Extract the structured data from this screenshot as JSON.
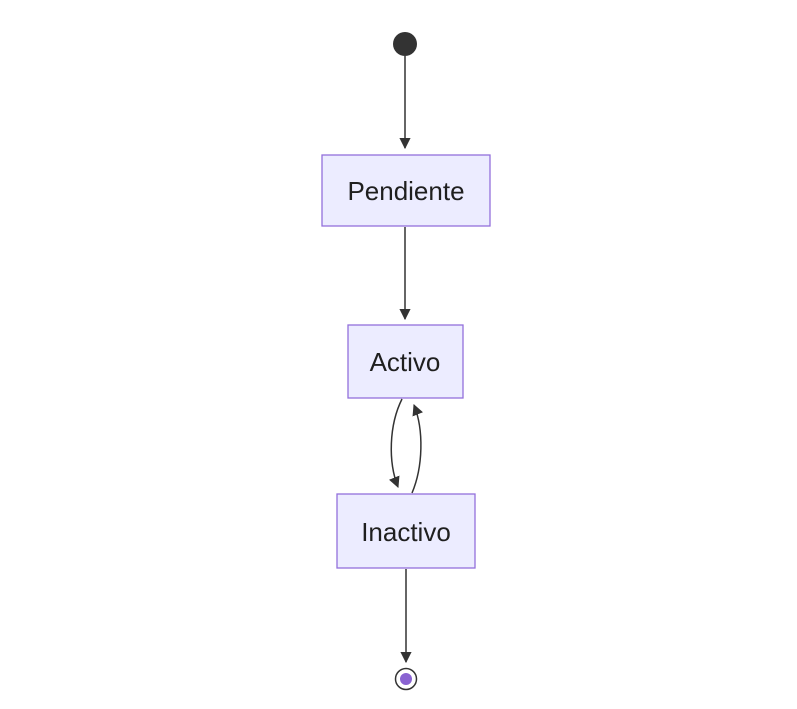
{
  "diagram": {
    "type": "state-diagram",
    "background": "#ffffff",
    "states": {
      "initial": {
        "kind": "start-point"
      },
      "pendiente": {
        "label": "Pendiente"
      },
      "activo": {
        "label": "Activo"
      },
      "inactivo": {
        "label": "Inactivo"
      },
      "final": {
        "kind": "end-point"
      }
    },
    "transitions": [
      {
        "from": "initial",
        "to": "pendiente"
      },
      {
        "from": "pendiente",
        "to": "activo"
      },
      {
        "from": "activo",
        "to": "inactivo"
      },
      {
        "from": "inactivo",
        "to": "activo"
      },
      {
        "from": "inactivo",
        "to": "final"
      }
    ],
    "colors": {
      "node_fill": "#ECECFF",
      "node_border": "#9370DB",
      "edge": "#333333",
      "text": "#1f1f1f",
      "start_fill": "#333333",
      "end_ring_stroke": "#333333",
      "end_ring_fill": "#ffffff",
      "end_dot": "#8a63d2"
    }
  }
}
